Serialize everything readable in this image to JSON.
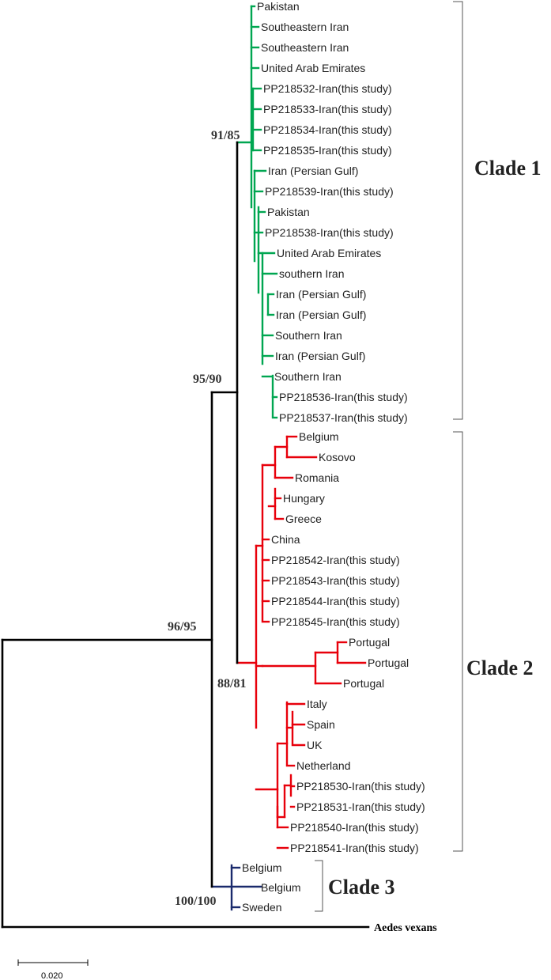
{
  "colors": {
    "clade1": "#00a651",
    "clade2": "#e8000b",
    "clade3": "#1a2a6c",
    "backbone": "#000000",
    "bracket": "#555555"
  },
  "clades": [
    {
      "label": "Clade 1",
      "color_key": "clade1",
      "taxa": [
        "Pakistan",
        "Southeastern Iran",
        "Southeastern Iran",
        "United Arab Emirates",
        "PP218532-Iran(this study)",
        "PP218533-Iran(this study)",
        "PP218534-Iran(this study)",
        "PP218535-Iran(this study)",
        "Iran (Persian Gulf)",
        "PP218539-Iran(this study)",
        "Pakistan",
        "PP218538-Iran(this study)",
        "United Arab Emirates",
        "southern Iran",
        "Iran (Persian Gulf)",
        "Iran (Persian Gulf)",
        "Southern Iran",
        "Iran (Persian Gulf)",
        "Southern Iran",
        "PP218536-Iran(this study)",
        "PP218537-Iran(this study)"
      ]
    },
    {
      "label": "Clade 2",
      "color_key": "clade2",
      "taxa": [
        "Belgium",
        "Kosovo",
        "Romania",
        "Hungary",
        "Greece",
        "China",
        "PP218542-Iran(this study)",
        "PP218543-Iran(this study)",
        "PP218544-Iran(this study)",
        "PP218545-Iran(this study)",
        "Portugal",
        "Portugal",
        "Portugal",
        "Italy",
        "Spain",
        "UK",
        "Netherland",
        "PP218530-Iran(this study)",
        "PP218531-Iran(this study)",
        "PP218540-Iran(this study)",
        "PP218541-Iran(this study)"
      ]
    },
    {
      "label": "Clade 3",
      "color_key": "clade3",
      "taxa": [
        "Belgium",
        "Belgium",
        "Sweden"
      ]
    }
  ],
  "outgroup": "Aedes vexans",
  "support_values": {
    "root": "96/95",
    "ingroup": "95/90",
    "clade1": "91/85",
    "clade2": "88/81",
    "clade3": "100/100"
  },
  "scale_bar": "0.020"
}
